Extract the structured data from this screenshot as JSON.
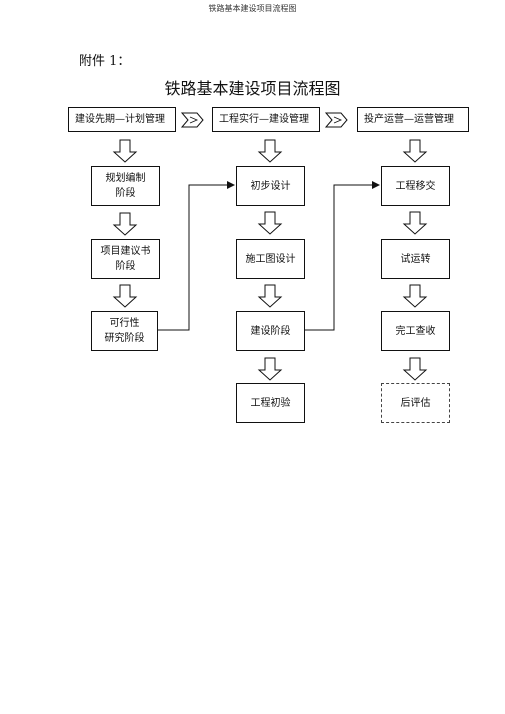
{
  "page_header": "铁路基本建设项目流程图",
  "attachment_label": "附件  1：",
  "title": "铁路基本建设项目流程图",
  "phases": [
    {
      "label": "建设先期—计划管理",
      "stages": [
        "规划编制\n阶段",
        "项目建议书\n阶段",
        "可行性\n研究阶段"
      ]
    },
    {
      "label": "工程实行—建设管理",
      "stages": [
        "初步设计",
        "施工图设计",
        "建设阶段",
        "工程初验"
      ]
    },
    {
      "label": "投产运营—运营管理",
      "stages": [
        "工程移交",
        "试运转",
        "完工查收",
        "后评估"
      ]
    }
  ]
}
